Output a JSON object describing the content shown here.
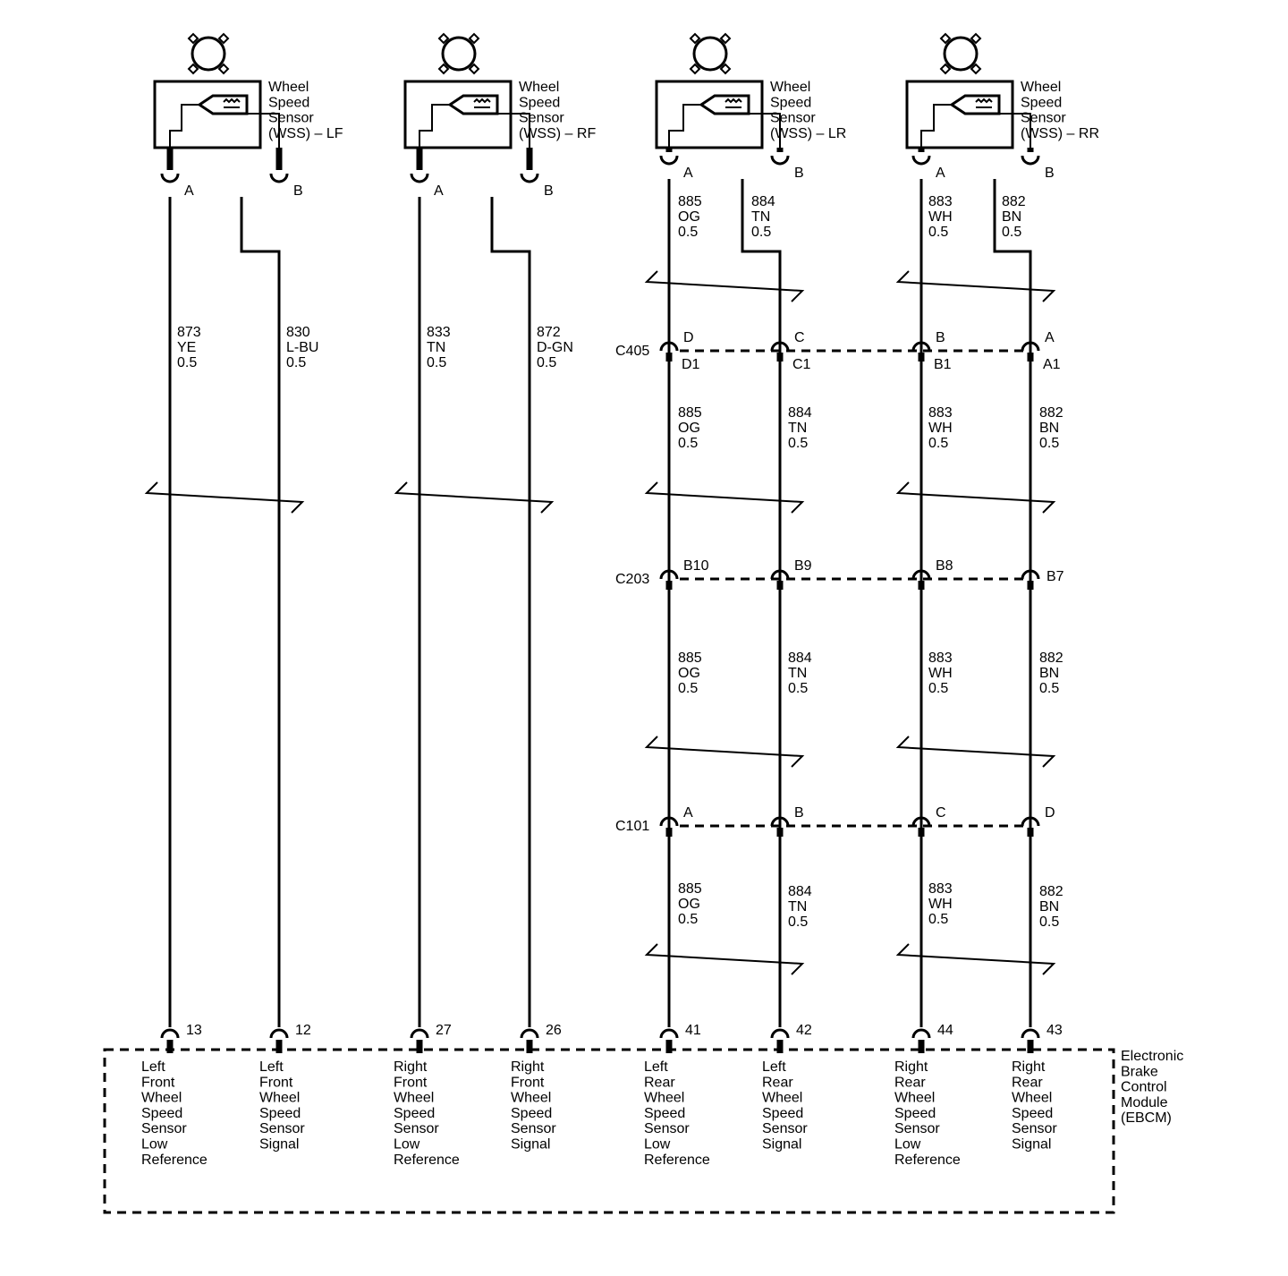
{
  "sensors": [
    {
      "id": "lf",
      "name_lines": [
        "Wheel",
        "Speed",
        "Sensor",
        "(WSS) – LF"
      ],
      "pin_a": "A",
      "pin_b": "B"
    },
    {
      "id": "rf",
      "name_lines": [
        "Wheel",
        "Speed",
        "Sensor",
        "(WSS) – RF"
      ],
      "pin_a": "A",
      "pin_b": "B"
    },
    {
      "id": "lr",
      "name_lines": [
        "Wheel",
        "Speed",
        "Sensor",
        "(WSS) – LR"
      ],
      "pin_a": "A",
      "pin_b": "B"
    },
    {
      "id": "rr",
      "name_lines": [
        "Wheel",
        "Speed",
        "Sensor",
        "(WSS) – RR"
      ],
      "pin_a": "A",
      "pin_b": "B"
    }
  ],
  "front_wires": [
    {
      "circuit": "873",
      "color": "YE",
      "gauge": "0.5"
    },
    {
      "circuit": "830",
      "color": "L-BU",
      "gauge": "0.5"
    },
    {
      "circuit": "833",
      "color": "TN",
      "gauge": "0.5"
    },
    {
      "circuit": "872",
      "color": "D-GN",
      "gauge": "0.5"
    }
  ],
  "rear_wires": [
    {
      "circuit": "885",
      "color": "OG",
      "gauge": "0.5"
    },
    {
      "circuit": "884",
      "color": "TN",
      "gauge": "0.5"
    },
    {
      "circuit": "883",
      "color": "WH",
      "gauge": "0.5"
    },
    {
      "circuit": "882",
      "color": "BN",
      "gauge": "0.5"
    }
  ],
  "connectors": [
    {
      "name": "C405",
      "pins_top": [
        "D",
        "C",
        "B",
        "A"
      ],
      "pins_bottom": [
        "D1",
        "C1",
        "B1",
        "A1"
      ]
    },
    {
      "name": "C203",
      "pins_top": [
        "B10",
        "B9",
        "B8",
        "B7"
      ],
      "pins_bottom": []
    },
    {
      "name": "C101",
      "pins_top": [
        "A",
        "B",
        "C",
        "D"
      ],
      "pins_bottom": []
    }
  ],
  "module": {
    "name_lines": [
      "Electronic",
      "Brake",
      "Control",
      "Module",
      "(EBCM)"
    ],
    "pins": [
      "13",
      "12",
      "27",
      "26",
      "41",
      "42",
      "44",
      "43"
    ],
    "functions": [
      [
        "Left",
        "Front",
        "Wheel",
        "Speed",
        "Sensor",
        "Low",
        "Reference"
      ],
      [
        "Left",
        "Front",
        "Wheel",
        "Speed",
        "Sensor",
        "Signal"
      ],
      [
        "Right",
        "Front",
        "Wheel",
        "Speed",
        "Sensor",
        "Low",
        "Reference"
      ],
      [
        "Right",
        "Front",
        "Wheel",
        "Speed",
        "Sensor",
        "Signal"
      ],
      [
        "Left",
        "Rear",
        "Wheel",
        "Speed",
        "Sensor",
        "Low",
        "Reference"
      ],
      [
        "Left",
        "Rear",
        "Wheel",
        "Speed",
        "Sensor",
        "Signal"
      ],
      [
        "Right",
        "Rear",
        "Wheel",
        "Speed",
        "Sensor",
        "Low",
        "Reference"
      ],
      [
        "Right",
        "Rear",
        "Wheel",
        "Speed",
        "Sensor",
        "Signal"
      ]
    ]
  }
}
